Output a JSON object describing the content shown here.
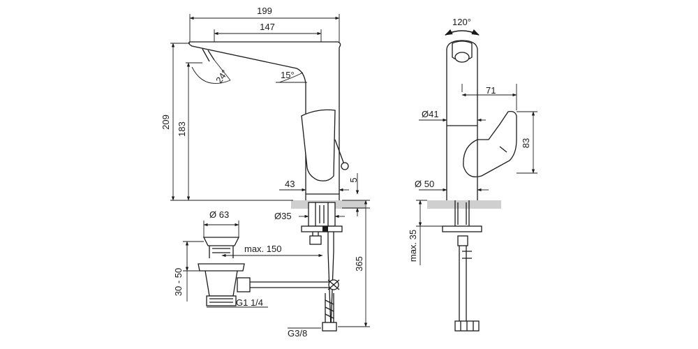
{
  "labels": {
    "overall_width": "199",
    "spout_reach": "147",
    "spray_angle": "24°",
    "spout_angle": "15°",
    "overall_height": "209",
    "spout_height": "183",
    "body_to_lever": "43",
    "lever_gap": "5",
    "shank_diameter": "Ø35",
    "waste_diameter": "Ø 63",
    "rod_length": "max. 150",
    "waste_height": "30 - 50",
    "waste_thread": "G1 1/4",
    "hose_connection": "G3/8",
    "hose_length": "365",
    "lever_rotation": "120°",
    "lever_reach": "71",
    "body_diameter": "Ø41",
    "lever_height": "83",
    "base_diameter": "Ø 50",
    "deck_thickness": "max. 35"
  },
  "colors": {
    "line": "#1a1a1a",
    "deck": "#cfcfcf"
  }
}
